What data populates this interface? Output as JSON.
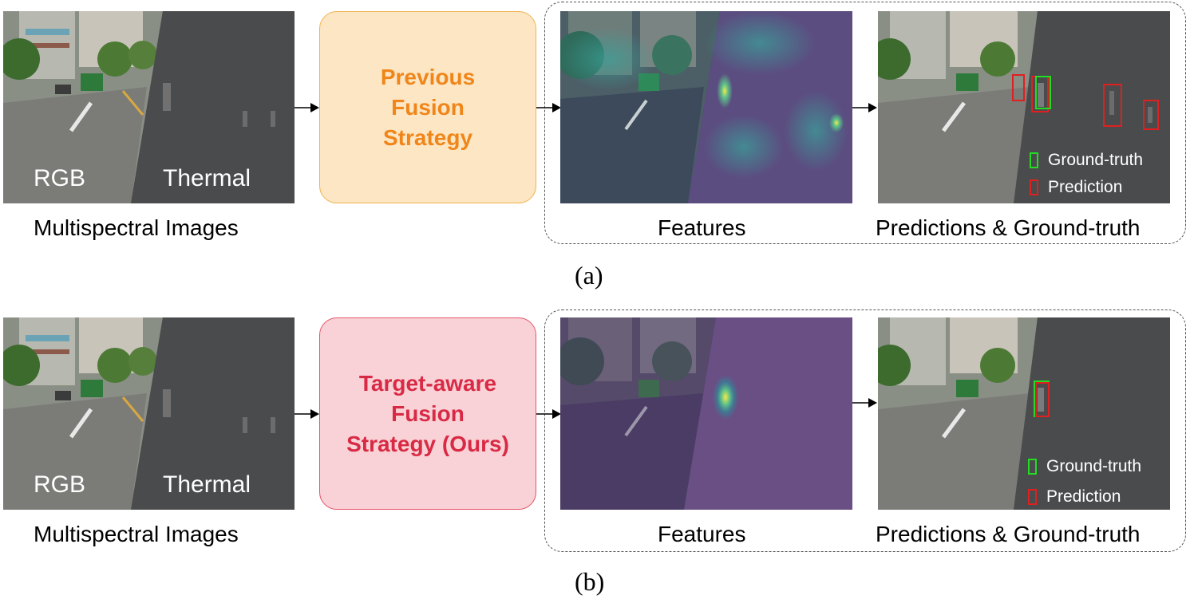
{
  "panels": [
    {
      "id": "a",
      "input": {
        "rgb_label": "RGB",
        "thermal_label": "Thermal",
        "caption": "Multispectral Images"
      },
      "strategy": {
        "lines": [
          "Previous",
          "Fusion",
          "Strategy"
        ],
        "fill": "#fde6c4",
        "border": "#f0b24e",
        "text_color": "#f0861a"
      },
      "features": {
        "caption": "Features",
        "heatmap": "diffuse"
      },
      "predictions": {
        "caption": "Predictions & Ground-truth",
        "legend": [
          {
            "label": "Ground-truth",
            "color": "#22dd22"
          },
          {
            "label": "Prediction",
            "color": "#e02020"
          }
        ]
      },
      "subcaption": "(a)"
    },
    {
      "id": "b",
      "input": {
        "rgb_label": "RGB",
        "thermal_label": "Thermal",
        "caption": "Multispectral Images"
      },
      "strategy": {
        "lines": [
          "Target-aware",
          "Fusion",
          "Strategy (Ours)"
        ],
        "fill": "#f8d2d6",
        "border": "#e4546a",
        "text_color": "#d92a45"
      },
      "features": {
        "caption": "Features",
        "heatmap": "focused"
      },
      "predictions": {
        "caption": "Predictions & Ground-truth",
        "legend": [
          {
            "label": "Ground-truth",
            "color": "#22dd22"
          },
          {
            "label": "Prediction",
            "color": "#e02020"
          }
        ]
      },
      "subcaption": "(b)"
    }
  ],
  "colors": {
    "arrow": "#000000",
    "dash": "#555555"
  }
}
